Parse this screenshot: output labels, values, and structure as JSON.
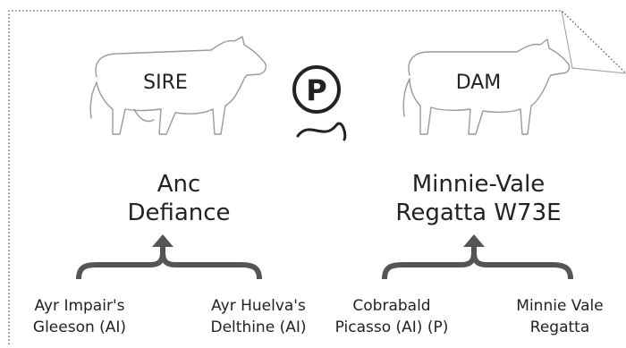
{
  "sire": {
    "role_label": "SIRE",
    "name_line1": "Anc",
    "name_line2": "Defiance",
    "parents": [
      {
        "line1": "Ayr Impair's",
        "line2": "Gleeson (AI)"
      },
      {
        "line1": "Ayr Huelva's",
        "line2": "Delthine (AI)"
      }
    ]
  },
  "dam": {
    "role_label": "DAM",
    "name_line1": "Minnie-Vale",
    "name_line2": "Regatta W73E",
    "parents": [
      {
        "line1": "Cobrabald",
        "line2": "Picasso (AI) (P)"
      },
      {
        "line1": "Minnie Vale",
        "line2": "Regatta"
      }
    ]
  },
  "poll_symbol": {
    "letter": "P",
    "icon": "polled-icon"
  },
  "colors": {
    "border": "#555555",
    "bracket": "#555555",
    "outline": "#999999",
    "text": "#222222"
  }
}
